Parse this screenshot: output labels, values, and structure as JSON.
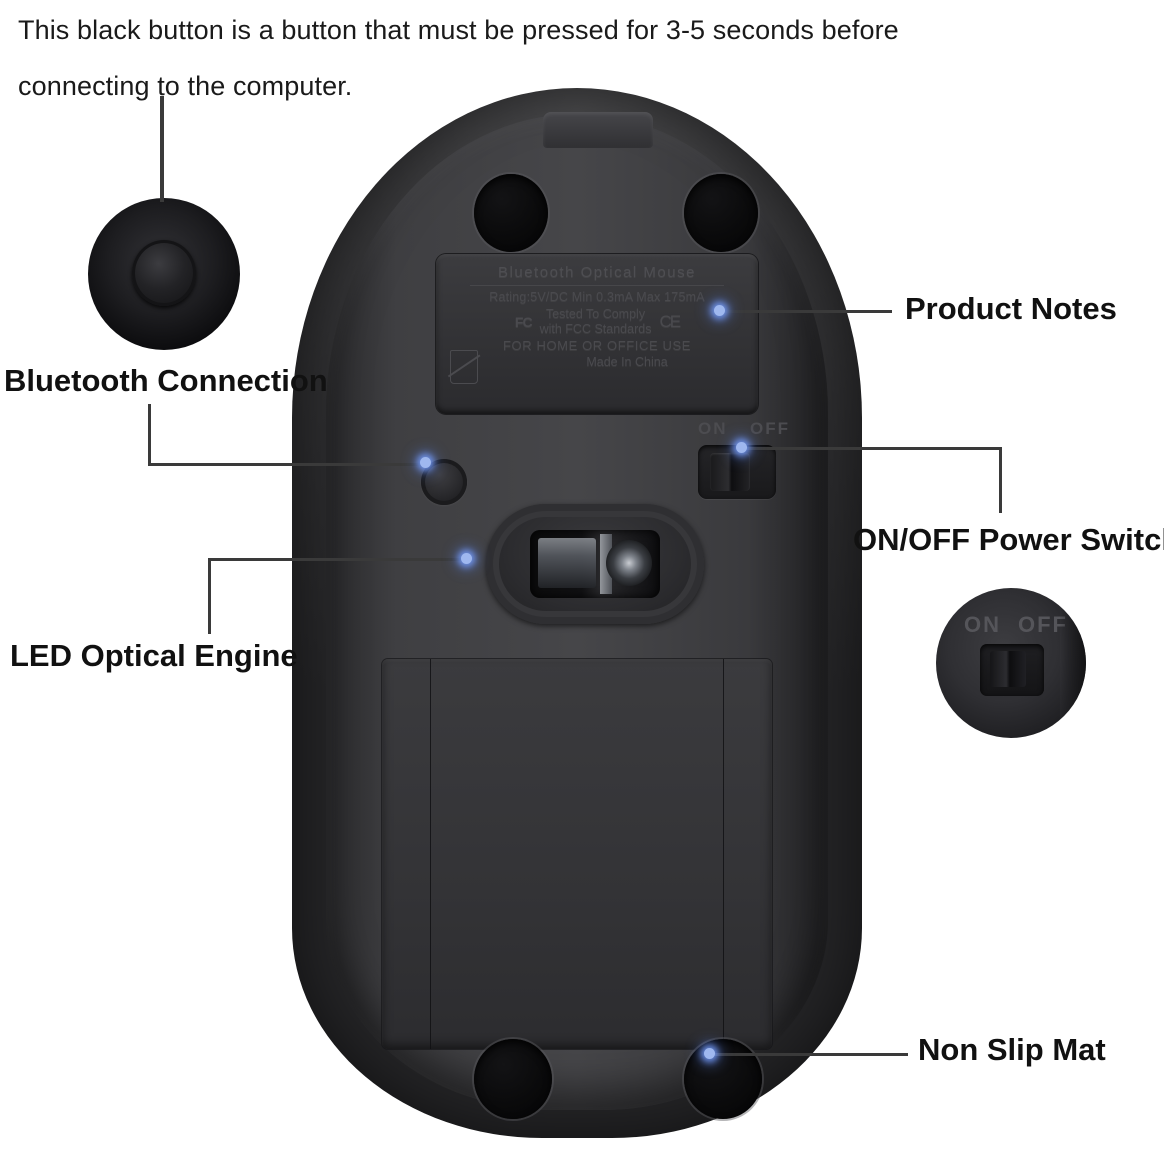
{
  "note": {
    "line1": "This black button is a button that must be pressed for 3-5  seconds before",
    "line2": "connecting to the computer."
  },
  "callouts": [
    {
      "id": "bluetooth-connection",
      "label": "Bluetooth Connection"
    },
    {
      "id": "led-optical-engine",
      "label": "LED Optical Engine"
    },
    {
      "id": "product-notes",
      "label": "Product Notes"
    },
    {
      "id": "power-switch",
      "label": "ON/OFF Power Switch"
    },
    {
      "id": "non-slip-mat",
      "label": "Non Slip Mat"
    }
  ],
  "device": {
    "type": "bluetooth-mouse-underside",
    "plate": {
      "title": "Bluetooth  Optical Mouse",
      "rating": "Rating:5V/DC Min 0.3mA Max 175mA",
      "fcc_mark": "FC",
      "ce_mark": "CE",
      "comply_line1": "Tested To Comply",
      "comply_line2": "with FCC Standards",
      "use": "FOR HOME OR OFFICE USE",
      "made_in": "Made In China"
    },
    "switch": {
      "on_label": "ON",
      "off_label": "OFF"
    }
  },
  "magnifiers": {
    "bluetooth_button": {
      "caption": ""
    },
    "power_switch": {
      "on_label": "ON",
      "off_label": "OFF"
    }
  },
  "colors": {
    "background": "#ffffff",
    "text": "#111111",
    "leader_line": "#3a3a3a",
    "marker_dot": "#9fb8ef",
    "body_dark": "#2d2d2f",
    "body_light": "#464649"
  }
}
